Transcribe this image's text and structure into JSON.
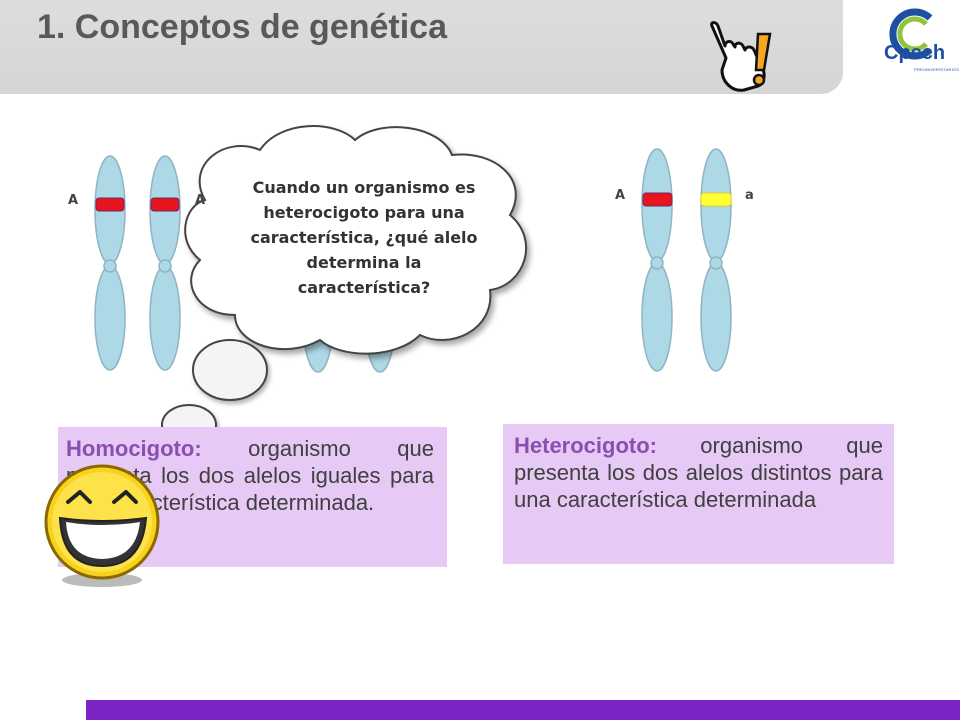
{
  "slide": {
    "title": "1. Conceptos de genética"
  },
  "logo": {
    "name": "Cpech",
    "subtitle": "PREUNIVERSITARIOS"
  },
  "chromosomes": {
    "left_label_1": "A",
    "left_label_2": "A",
    "right_label_1": "A",
    "right_label_2": "a"
  },
  "thought_bubble": {
    "text": "Cuando un organismo es heterocigoto para una característica, ¿qué alelo determina la característica?"
  },
  "homocigoto": {
    "term": "Homocigoto:",
    "definition": " organismo que presenta los dos alelos iguales para una característica determinada."
  },
  "heterocigoto": {
    "term": "Heterocigoto:",
    "definition": " organismo que presenta los dos alelos distintos para una característica determinada"
  },
  "colors": {
    "accent_purple": "#7b24c6",
    "card_background": "#e6c9f4",
    "chromosome_fill": "#add8e6",
    "allele_dominant": "#e8141e",
    "allele_recessive": "#ffff33"
  },
  "icons": {
    "hand": "pointing-hand-exclamation-icon",
    "smiley": "laughing-smiley-icon"
  }
}
